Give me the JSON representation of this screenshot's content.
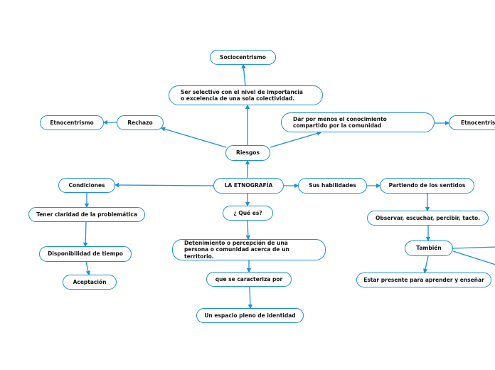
{
  "theme": {
    "accent": "#1e90d6",
    "text": "#111111",
    "background": "#ffffff"
  },
  "nodes": {
    "central": "LA ETNOGRAFÍA",
    "riesgos": "Riesgos",
    "ser_selectivo": "Ser selectivo con el nivel de importancia o excelencia de una sola colectividad.",
    "sociocentrismo": "Sociocentrismo",
    "rechazo": "Rechazo",
    "etnocentrismo_left": "Etnocentrismo",
    "dar_por_menos": "Dar por menos el conocimiento compartido por la comunidad",
    "etnocentrismo_right": "Etnocentrismo",
    "condiciones": "Condiciones",
    "tener_claridad": "Tener claridad de la problemática",
    "disponibilidad": "Disponibilidad de tiempo",
    "aceptacion": "Aceptación",
    "que_es": "¿ Qué es?",
    "detenimiento": "Detenimiento o percepción de una persona o comunidad acerca de un territorio.",
    "caracteriza": "que se caracteriza por",
    "espacio": "Un espacio pleno de identidad",
    "habilidades": "Sus habilidades",
    "partiendo": "Partiendo de los sentidos",
    "observar": "Observar, escuchar, percibir, tacto.",
    "tambien": "También",
    "estar_presente": "Estar presente para aprender y enseñar"
  }
}
